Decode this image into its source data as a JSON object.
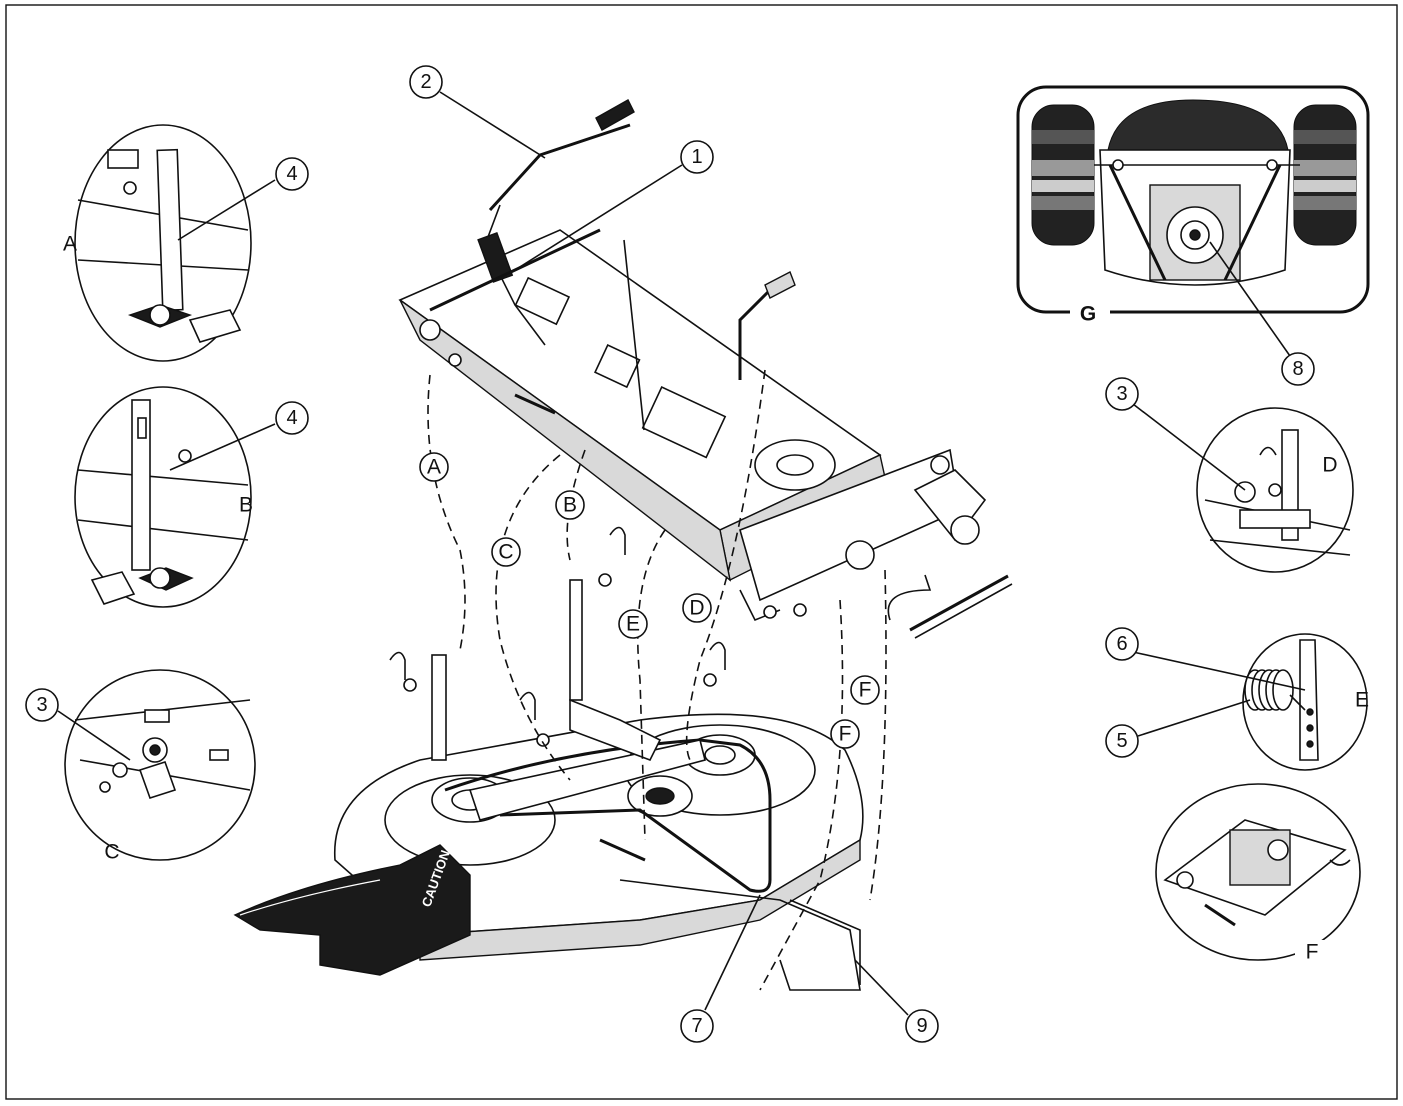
{
  "callouts": {
    "c1": "1",
    "c2": "2",
    "c3_left": "3",
    "c3_right": "3",
    "c4_top": "4",
    "c4_mid": "4",
    "c5": "5",
    "c6": "6",
    "c7": "7",
    "c8": "8",
    "c9": "9"
  },
  "letters": {
    "A_inset": "A",
    "B_inset": "B",
    "C_inset": "C",
    "D_inset": "D",
    "E_inset": "E",
    "F_inset": "F",
    "G_inset": "G",
    "A_path": "A",
    "B_path": "B",
    "C_path": "C",
    "D_path": "D",
    "E_path": "E",
    "F_path1": "F",
    "F_path2": "F"
  },
  "caution_label": "CAUTION",
  "colors": {
    "ink": "#111111",
    "paper": "#ffffff",
    "tint": "#d9d9d9"
  }
}
